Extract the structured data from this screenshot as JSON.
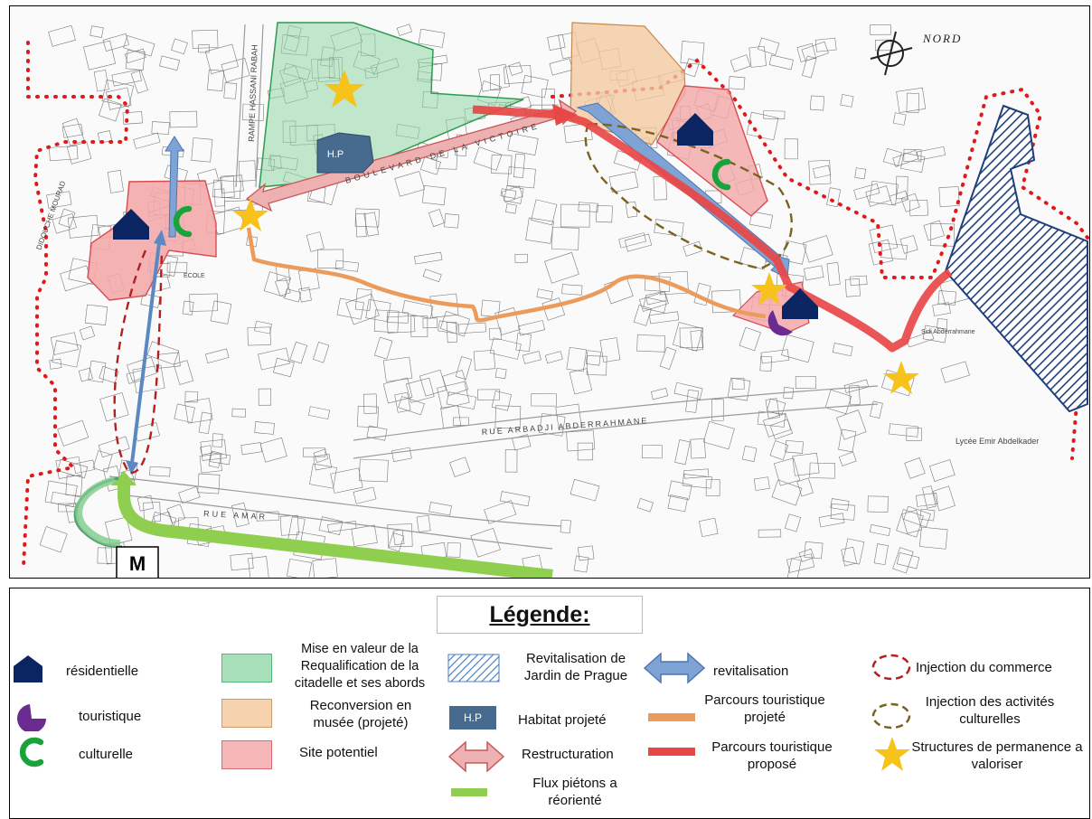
{
  "map": {
    "north_label": "NORD",
    "metro_label": "M",
    "hp_label": "H.P",
    "street_labels": {
      "rampe": "RAMPE HASSANI RABAH",
      "boulevard": "BOULEVARD DE LA VICTOIRE",
      "didouche": "DIDOUCHE MOURAD",
      "ecole": "ECOLE",
      "rue_arbadji": "RUE ARBADJI ABDERRAHMANE",
      "rue_amar": "RUE AMAR",
      "lycee": "Lycée Emir Abdelkader",
      "sidi": "Sidi Abderrahmane"
    }
  },
  "legend": {
    "title": "Légende:",
    "residentielle": "résidentielle",
    "touristique": "touristique",
    "culturelle": "culturelle",
    "mise_en_valeur": "Mise en valeur de la Requalification de la citadelle et ses abords",
    "reconversion": "Reconversion en musée (projeté)",
    "site_potentiel": "Site potentiel",
    "revitalisation_jardin": "Revitalisation de Jardin de Prague",
    "habitat_symbol": "H.P",
    "habitat_projete": "Habitat projeté",
    "restructuration": "Restructuration",
    "flux_pietons": "Flux piétons a réorienté",
    "revitalisation": "revitalisation",
    "parcours_projete": "Parcours touristique projeté",
    "parcours_propose": "Parcours touristique proposé",
    "injection_commerce": "Injection du commerce",
    "injection_culturelles": "Injection des activités culturelles",
    "structures": "Structures de permanence a valoriser"
  },
  "colors": {
    "green_zone": "#8fd6a6",
    "orange_zone": "#f3c9a0",
    "pink_zone": "#f4a7a9",
    "navy": "#0b2562",
    "purple": "#6a2c91",
    "culture_green": "#1aa33a",
    "hp_blue": "#466b8f",
    "restructuration_red": "#e8a2a2",
    "revitalisation_blue": "#7ea3d4",
    "pedestrian_green": "#8fce4f",
    "orange_path": "#eb9b5c",
    "red_path": "#e84747",
    "commerce_red": "#b32020",
    "culture_olive": "#7a6320",
    "star_gold": "#f7c21a",
    "jardin_hatch": "#1f3f7a"
  }
}
